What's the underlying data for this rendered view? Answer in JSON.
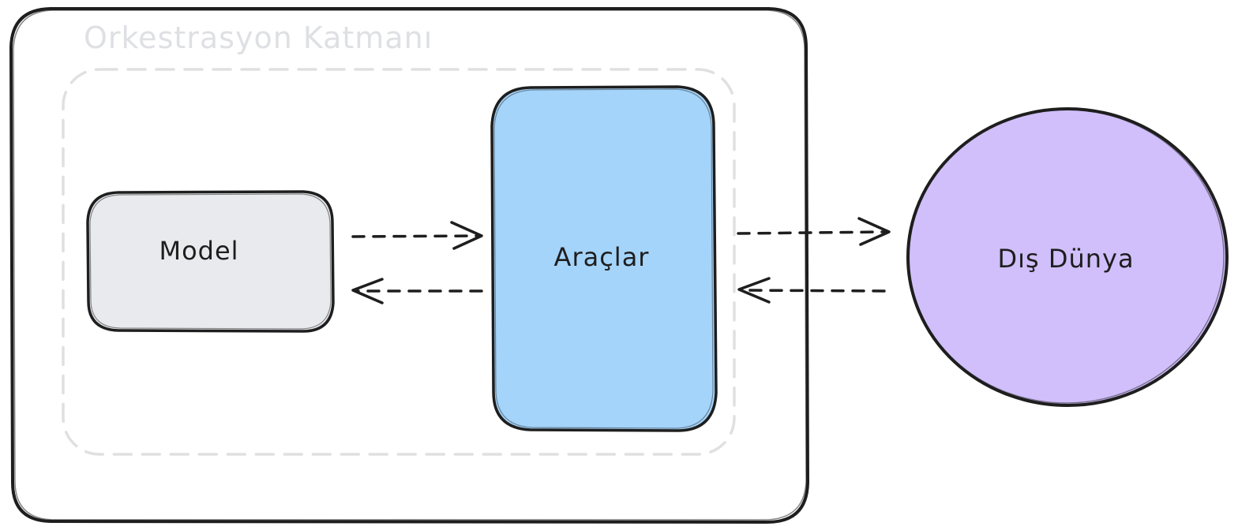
{
  "diagram": {
    "outer_frame": {
      "label": "",
      "stroke": "#1e1e1e"
    },
    "group": {
      "title": "Orkestrasyon Katmanı",
      "title_color": "#dfe0e3",
      "border_color": "#e0e0e2",
      "border_style": "dashed"
    },
    "nodes": [
      {
        "id": "model",
        "label": "Model",
        "shape": "rounded-rectangle",
        "fill": "#e9eaee",
        "stroke": "#1e1e1e"
      },
      {
        "id": "araclar",
        "label": "Araçlar",
        "shape": "rounded-rectangle",
        "fill": "#a5d4fa",
        "stroke": "#1e1e1e"
      },
      {
        "id": "dis-dunya",
        "label": "Dış Dünya",
        "shape": "ellipse",
        "fill": "#d0bffa",
        "stroke": "#1e1e1e"
      }
    ],
    "edges": [
      {
        "from": "model",
        "to": "araclar",
        "style": "dashed",
        "direction": "forward"
      },
      {
        "from": "araclar",
        "to": "model",
        "style": "dashed",
        "direction": "forward"
      },
      {
        "from": "araclar",
        "to": "dis-dunya",
        "style": "dashed",
        "direction": "forward"
      },
      {
        "from": "dis-dunya",
        "to": "araclar",
        "style": "dashed",
        "direction": "forward"
      }
    ]
  }
}
